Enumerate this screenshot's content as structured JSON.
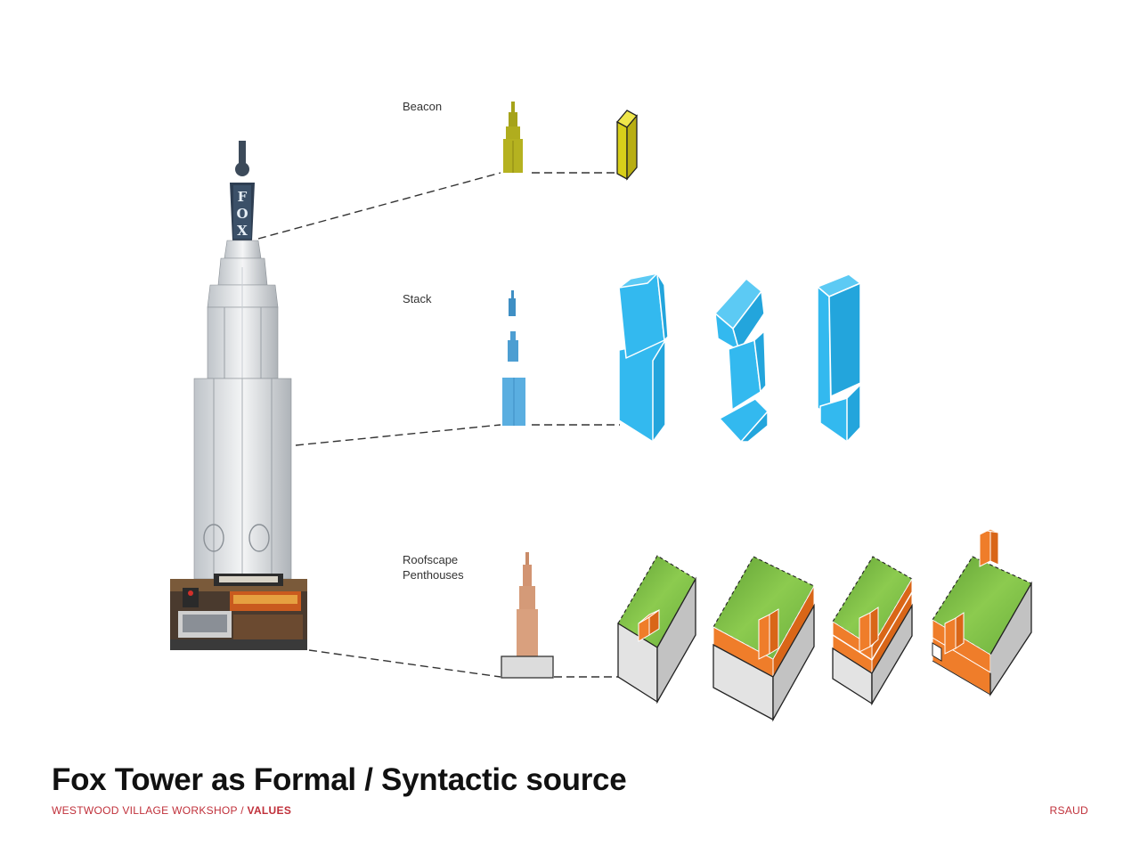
{
  "labels": {
    "beacon": "Beacon",
    "stack": "Stack",
    "roofscape_line1": "Roofscape",
    "roofscape_line2": "Penthouses"
  },
  "tower": {
    "sign_text": "FOX"
  },
  "title": "Fox Tower as Formal / Syntactic source",
  "footer": {
    "prefix": "WESTWOOD VILLAGE WORKSHOP / ",
    "emphasis": "VALUES"
  },
  "brand": "RSAUD",
  "colors": {
    "beacon": "#c9c51c",
    "stack": "#33b9ef",
    "roof_green": "#74b83f",
    "penthouse_orange": "#ef7d2a",
    "accent_red": "#c0303a"
  }
}
